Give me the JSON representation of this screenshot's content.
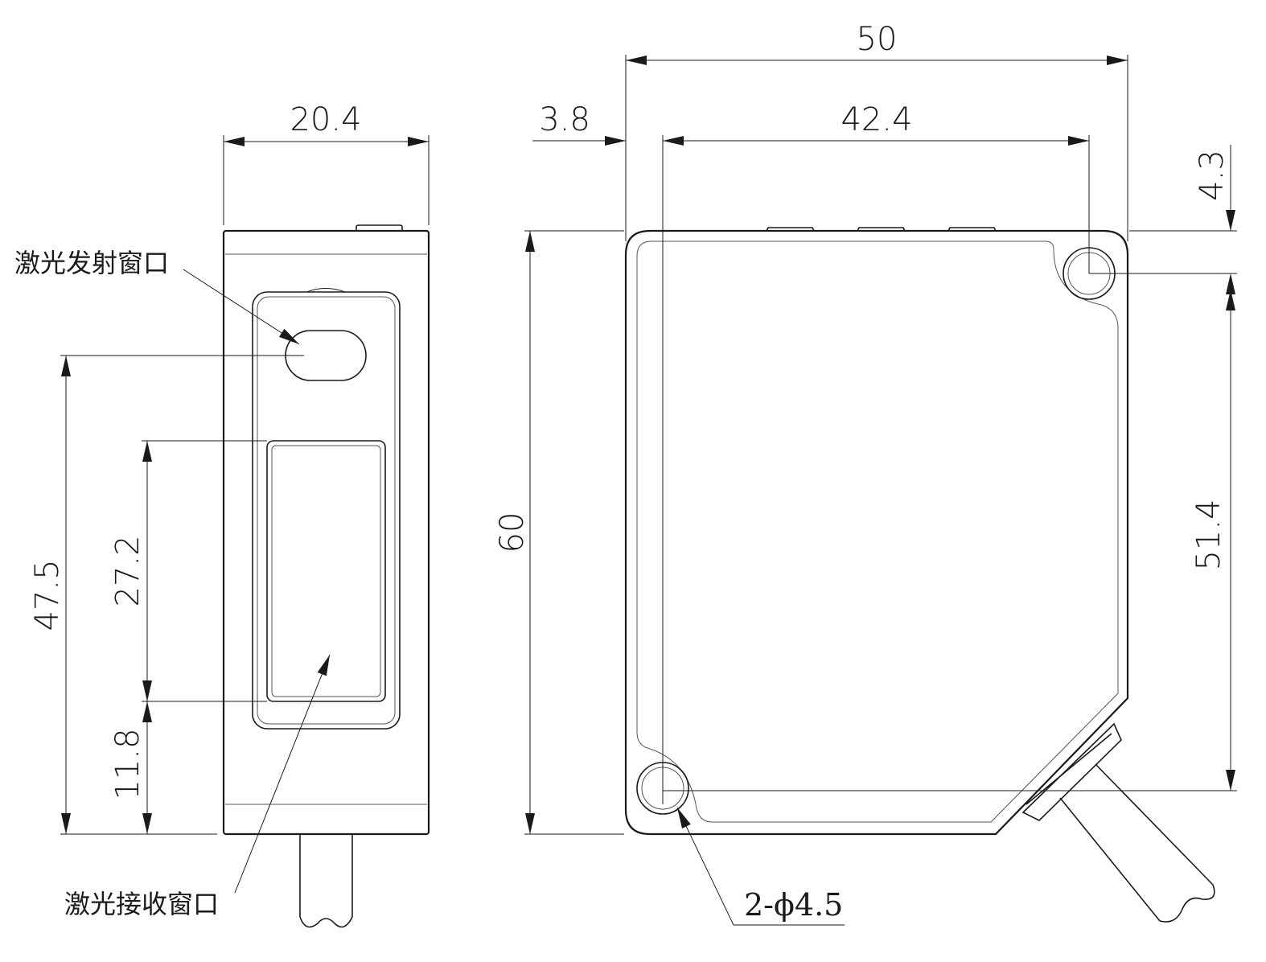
{
  "front_view": {
    "width_dim": "20.4",
    "emitter_height_dim": "47.5",
    "receiver_window_dim": "27.2",
    "receiver_bottom_dim": "11.8",
    "emitter_label": "激光发射窗口",
    "receiver_label": "激光接收窗口"
  },
  "side_view": {
    "overall_width_dim": "50",
    "hole_spacing_dim": "42.4",
    "hole_offset_dim": "3.8",
    "height_dim": "60",
    "hole_top_dim": "4.3",
    "hole_vertical_dim": "51.4",
    "hole_callout": "2-ϕ4.5"
  },
  "colors": {
    "line": "#1a1a1a",
    "background": "#ffffff"
  }
}
